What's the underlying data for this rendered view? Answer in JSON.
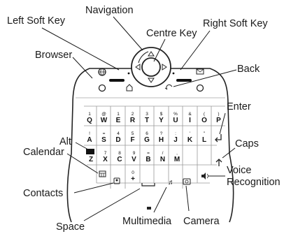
{
  "callouts": {
    "left_soft_key": "Left Soft Key",
    "navigation": "Navigation",
    "centre_key": "Centre Key",
    "right_soft_key": "Right Soft Key",
    "browser": "Browser",
    "back": "Back",
    "enter": "Enter",
    "alt": "Alt",
    "caps": "Caps",
    "calendar": "Calendar",
    "voice": "Voice",
    "recognition": "Recognition",
    "contacts": "Contacts",
    "space": "Space",
    "multimedia": "Multimedia",
    "camera": "Camera"
  },
  "keyboard": {
    "row1": [
      {
        "main": "Q",
        "alt": "1"
      },
      {
        "main": "W",
        "alt": "@"
      },
      {
        "main": "E",
        "alt": "1"
      },
      {
        "main": "R",
        "alt": "2"
      },
      {
        "main": "T",
        "alt": "3"
      },
      {
        "main": "Y",
        "alt": "$"
      },
      {
        "main": "U",
        "alt": "%"
      },
      {
        "main": "I",
        "alt": "&"
      },
      {
        "main": "O",
        "alt": "("
      },
      {
        "main": "P",
        "alt": ")"
      }
    ],
    "row2": [
      {
        "main": "A",
        "alt": "!"
      },
      {
        "main": "S",
        "alt": "="
      },
      {
        "main": "D",
        "alt": "4"
      },
      {
        "main": "F",
        "alt": "5"
      },
      {
        "main": "G",
        "alt": "6"
      },
      {
        "main": "H",
        "alt": "?"
      },
      {
        "main": "J",
        "alt": ":"
      },
      {
        "main": "K",
        "alt": "'"
      },
      {
        "main": "L",
        "alt": "\""
      }
    ],
    "row3": [
      {
        "main": "Z",
        "alt": "+"
      },
      {
        "main": "X",
        "alt": "7"
      },
      {
        "main": "C",
        "alt": "8"
      },
      {
        "main": "V",
        "alt": "9"
      },
      {
        "main": "B",
        "alt": "="
      },
      {
        "main": "N",
        "alt": "/"
      },
      {
        "main": "M",
        "alt": ","
      }
    ],
    "row4": [
      {
        "main": "+",
        "alt": "0"
      }
    ]
  },
  "icons": {
    "browser": "globe-icon",
    "left_soft": "soft-key-dash-icon",
    "home": "home-icon",
    "back": "back-arrow-icon",
    "end": "power-icon",
    "message": "envelope-icon",
    "enter": "enter-arrow-icon",
    "caps": "up-arrow-icon",
    "alt": "black-square-icon",
    "calendar": "calendar-icon",
    "contacts": "contacts-card-icon",
    "multimedia": "music-note-icon",
    "camera": "camera-icon",
    "voice": "speaker-icon",
    "space": "space-bar-icon"
  }
}
